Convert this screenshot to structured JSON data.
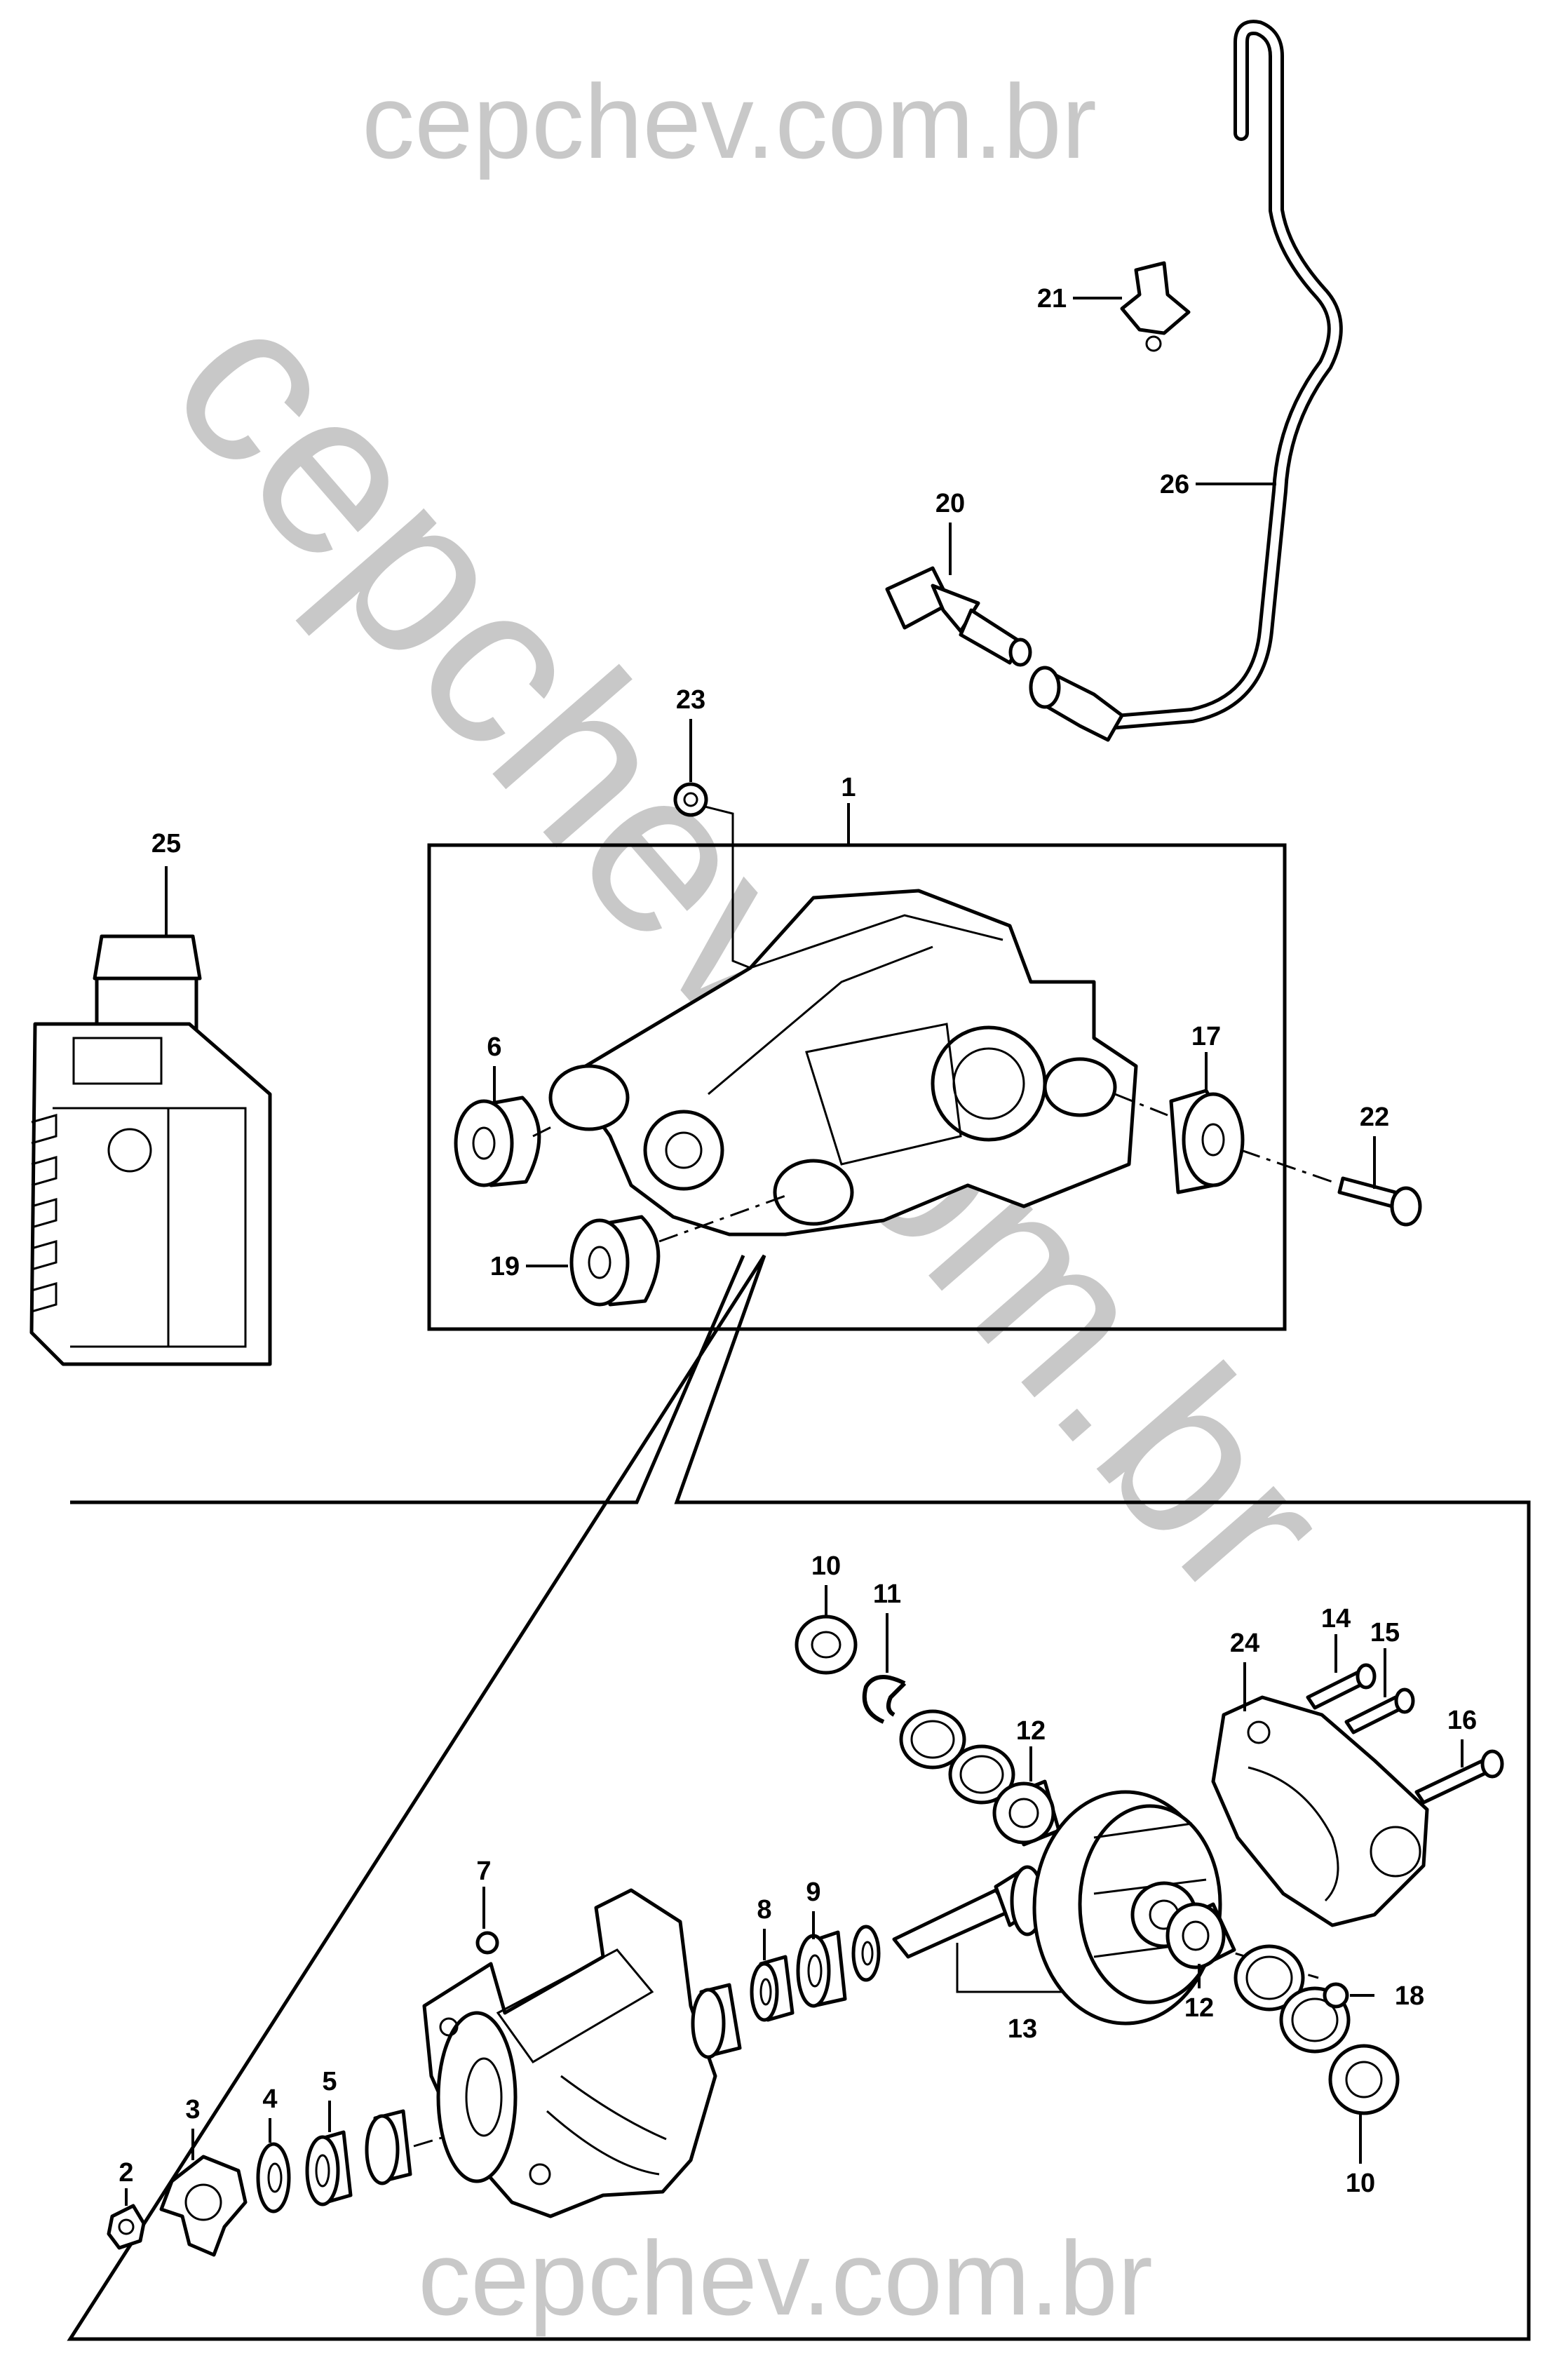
{
  "watermark": {
    "top": "cepchev.com.br",
    "diagonal": "cepchev.com.br",
    "bottom": "cepchev.com.br"
  },
  "callouts": {
    "p1": "1",
    "p2": "2",
    "p3": "3",
    "p4": "4",
    "p5": "5",
    "p6": "6",
    "p7": "7",
    "p8": "8",
    "p9": "9",
    "p10a": "10",
    "p10b": "10",
    "p11": "11",
    "p12a": "12",
    "p12b": "12",
    "p13": "13",
    "p14": "14",
    "p15": "15",
    "p16": "16",
    "p17": "17",
    "p18": "18",
    "p19": "19",
    "p20": "20",
    "p21": "21",
    "p22": "22",
    "p23": "23",
    "p24": "24",
    "p25": "25",
    "p26": "26"
  }
}
